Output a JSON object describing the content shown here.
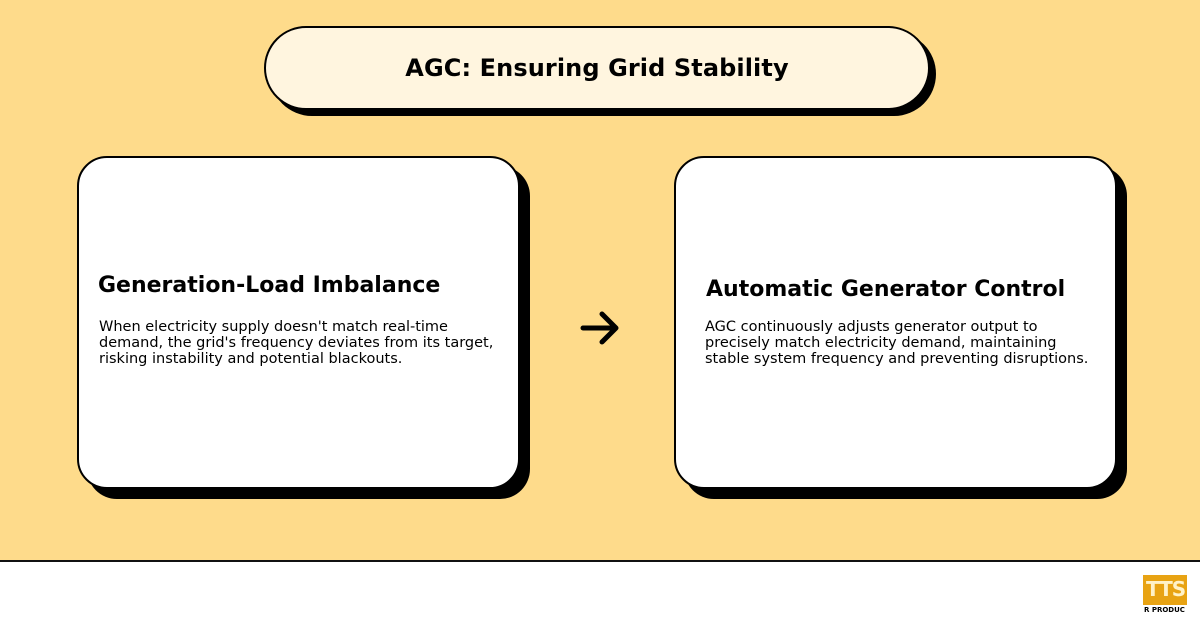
{
  "title": "AGC: Ensuring Grid Stability",
  "left_card": {
    "heading": "Generation-Load Imbalance",
    "body": "When electricity supply doesn't match real-time demand, the grid's frequency deviates from its target, risking instability and potential blackouts."
  },
  "right_card": {
    "heading": "Automatic Generator Control",
    "body": "AGC continuously adjusts generator output to precisely match electricity demand, maintaining stable system frequency and preventing disruptions."
  },
  "connector": {
    "icon": "arrow-right-icon"
  },
  "logo": {
    "mark": "TTS",
    "sub": "R  PRODUC"
  },
  "colors": {
    "background": "#fedb8b",
    "title_fill": "#fff5df",
    "card_fill": "#ffffff",
    "outline": "#000000",
    "logo": "#e8a313"
  }
}
